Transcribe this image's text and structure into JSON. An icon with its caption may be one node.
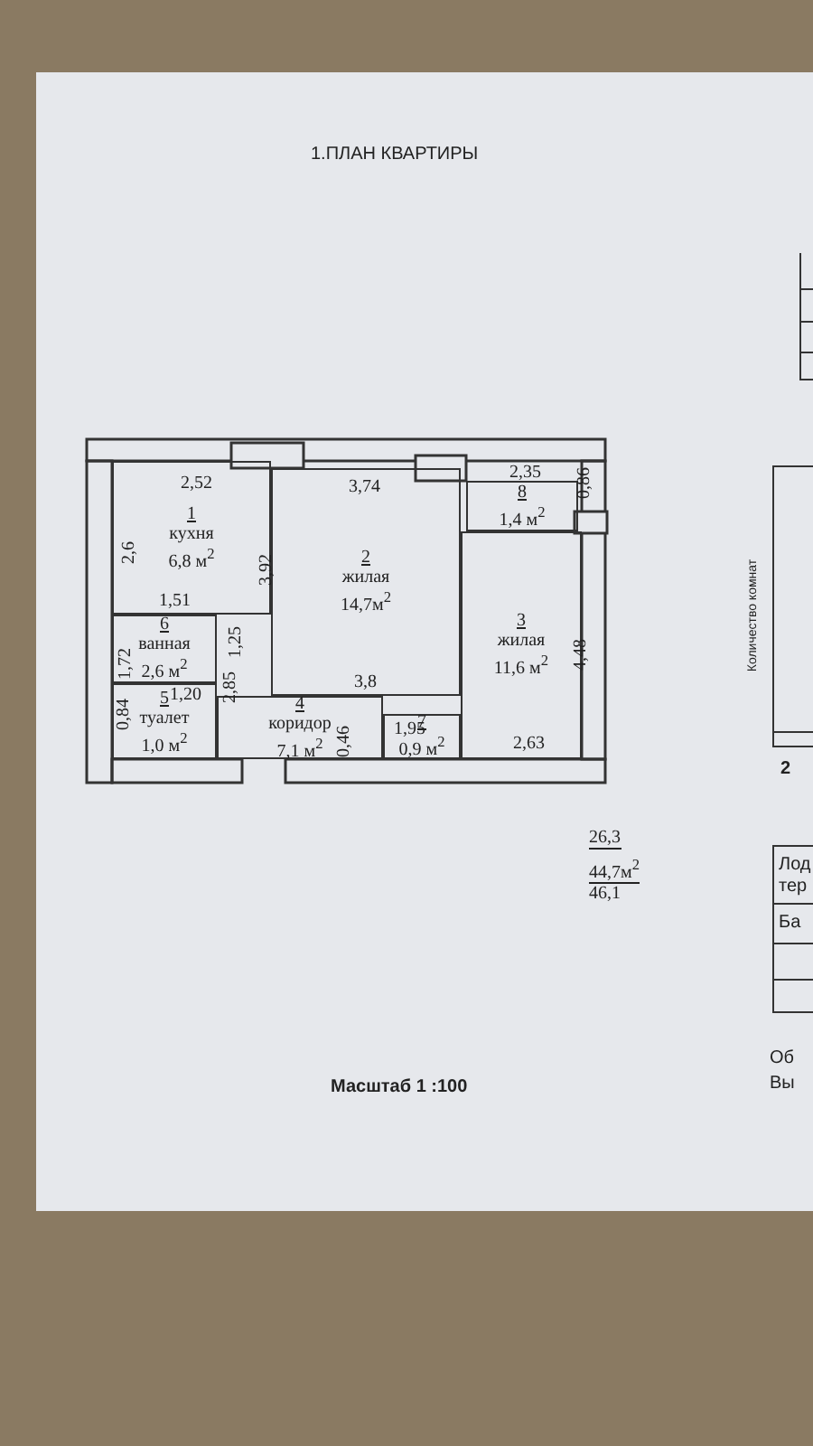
{
  "diagram": {
    "title": "1.ПЛАН КВАРТИРЫ",
    "caption": "Масштаб 1 :100",
    "nodes": [
      {
        "text": [
          "1",
          "кухня",
          "6,8 м$^{2}$"
        ]
      },
      {
        "text": [
          "2",
          "жилая",
          "14,7м$^{2}$"
        ]
      },
      {
        "text": [
          "8",
          "1,4 м$^{2}$"
        ]
      },
      {
        "text": [
          "3",
          "жилая",
          "11,6 м$^{2}$"
        ]
      },
      {
        "text": [
          "6",
          "ванная",
          "2,6 м$^{2}$"
        ]
      },
      {
        "text": [
          "4",
          "коридор",
          "7,1 м$^{2}$"
        ]
      },
      {
        "text": [
          "5",
          "туалет",
          "1,0 м$^{2}$"
        ]
      },
      {
        "text": [
          "7",
          "0,9 м$^{2}$"
        ]
      }
    ],
    "edges": [],
    "labels": [
      "2,52",
      "3,74",
      "2,35",
      "0,86",
      "2,6",
      "3,92",
      "1,51",
      "1,25",
      "1,72",
      "2,85",
      "4,48",
      "1,20",
      "3,8",
      "0,84",
      "1,95",
      "0,46",
      "2,63",
      "26,3",
      "44,7м$^{2}$",
      "46,1",
      "Количество комнат",
      "2",
      "Лод",
      "тер",
      "Ба",
      "Об",
      "Вы"
    ]
  }
}
